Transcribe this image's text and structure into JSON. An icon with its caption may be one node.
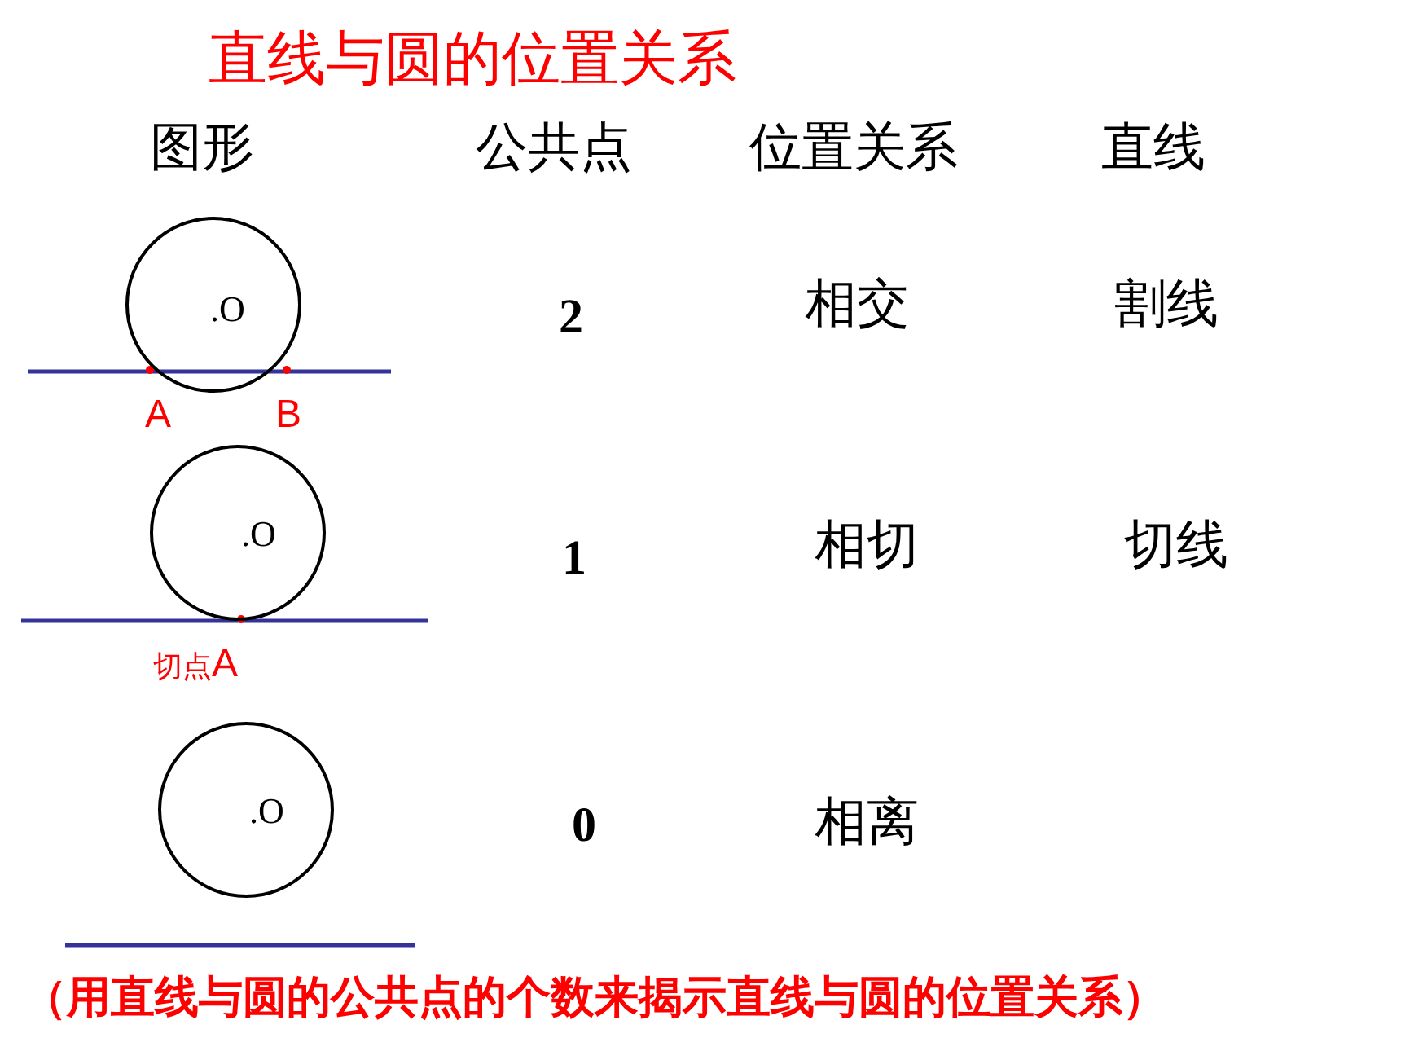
{
  "diagram": {
    "title": "直线与圆的位置关系",
    "caption": "（用直线与圆的公共点的个数来揭示直线与圆的位置关系）",
    "nodes": [
      {
        "text": [
          ".O"
        ]
      },
      {
        "text": [
          ".O"
        ]
      },
      {
        "text": [
          ".O"
        ]
      }
    ],
    "labels": [
      "图形",
      "公共点",
      "位置关系",
      "直线",
      "2",
      "相交",
      "割线",
      "A",
      "B",
      "1",
      "相切",
      "切线",
      "切点A",
      "0",
      "相离"
    ]
  }
}
